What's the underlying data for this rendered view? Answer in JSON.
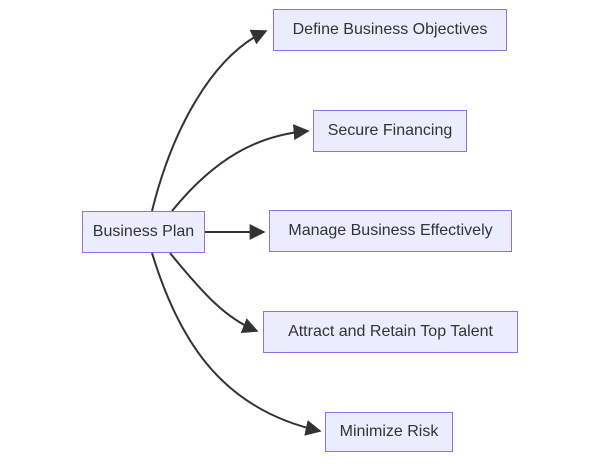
{
  "diagram": {
    "type": "flowchart",
    "root": {
      "label": "Business Plan"
    },
    "nodes": [
      {
        "id": "root",
        "label": "Business Plan"
      },
      {
        "id": "define",
        "label": "Define Business Objectives"
      },
      {
        "id": "secure",
        "label": "Secure Financing"
      },
      {
        "id": "manage",
        "label": "Manage Business Effectively"
      },
      {
        "id": "attract",
        "label": "Attract and Retain Top Talent"
      },
      {
        "id": "minimize",
        "label": "Minimize Risk"
      }
    ],
    "edges": [
      {
        "from": "Business Plan",
        "to": "Define Business Objectives",
        "arrow": "arrowhead"
      },
      {
        "from": "Business Plan",
        "to": "Secure Financing",
        "arrow": "arrowhead"
      },
      {
        "from": "Business Plan",
        "to": "Manage Business Effectively",
        "arrow": "arrowhead"
      },
      {
        "from": "Business Plan",
        "to": "Attract and Retain Top Talent",
        "arrow": "arrowhead"
      },
      {
        "from": "Business Plan",
        "to": "Minimize Risk",
        "arrow": "arrowhead"
      }
    ],
    "colors": {
      "node_fill": "#ECECFF",
      "node_border": "#9370DB",
      "text": "#333333",
      "edge": "#333333",
      "background": "#FFFFFF"
    }
  }
}
